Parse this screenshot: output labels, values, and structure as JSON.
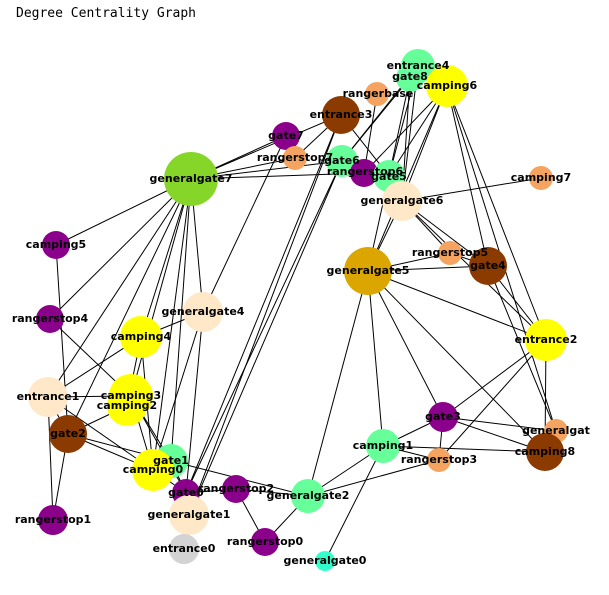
{
  "title": "Degree Centrality Graph",
  "colors": {
    "purple": "#8b008b",
    "brown": "#8b3a00",
    "orange": "#f4a460",
    "green": "#66ff99",
    "yellow": "#ffff00",
    "cream": "#ffe8c8",
    "gold": "#dba600",
    "lime": "#86d62a",
    "gray": "#d3d3d3",
    "cyan": "#33ffcc"
  },
  "nodes": [
    {
      "id": "generalgate7",
      "label": "generalgate7",
      "color": "lime"
    },
    {
      "id": "generalgate5",
      "label": "generalgate5",
      "color": "gold"
    },
    {
      "id": "entrance3",
      "label": "entrance3",
      "color": "brown"
    },
    {
      "id": "entrance4",
      "label": "entrance4",
      "color": "green"
    },
    {
      "id": "gate8",
      "label": "gate8",
      "color": "green"
    },
    {
      "id": "camping6",
      "label": "camping6",
      "color": "yellow"
    },
    {
      "id": "rangerbase",
      "label": "rangerbase",
      "color": "orange"
    },
    {
      "id": "gate7",
      "label": "gate7",
      "color": "purple"
    },
    {
      "id": "rangerstop7",
      "label": "rangerstop7",
      "color": "orange"
    },
    {
      "id": "gate6",
      "label": "gate6",
      "color": "green"
    },
    {
      "id": "rangerstop6",
      "label": "rangerstop6",
      "color": "purple"
    },
    {
      "id": "gate5",
      "label": "gate5",
      "color": "green"
    },
    {
      "id": "generalgate6",
      "label": "generalgate6",
      "color": "cream"
    },
    {
      "id": "camping7",
      "label": "camping7",
      "color": "orange"
    },
    {
      "id": "camping5",
      "label": "camping5",
      "color": "purple"
    },
    {
      "id": "rangerstop5",
      "label": "rangerstop5",
      "color": "orange"
    },
    {
      "id": "gate4",
      "label": "gate4",
      "color": "brown"
    },
    {
      "id": "rangerstop4",
      "label": "rangerstop4",
      "color": "purple"
    },
    {
      "id": "generalgate4",
      "label": "generalgate4",
      "color": "cream"
    },
    {
      "id": "camping4",
      "label": "camping4",
      "color": "yellow"
    },
    {
      "id": "entrance2",
      "label": "entrance2",
      "color": "yellow"
    },
    {
      "id": "entrance1",
      "label": "entrance1",
      "color": "cream"
    },
    {
      "id": "camping3",
      "label": "camping3",
      "color": "yellow"
    },
    {
      "id": "camping2",
      "label": "camping2",
      "color": "yellow"
    },
    {
      "id": "gate2",
      "label": "gate2",
      "color": "brown"
    },
    {
      "id": "gate3",
      "label": "gate3",
      "color": "purple"
    },
    {
      "id": "generalgate3",
      "label": "generalgat",
      "color": "orange"
    },
    {
      "id": "camping1",
      "label": "camping1",
      "color": "green"
    },
    {
      "id": "camping8",
      "label": "camping8",
      "color": "brown"
    },
    {
      "id": "rangerstop3",
      "label": "rangerstop3",
      "color": "orange"
    },
    {
      "id": "gate1",
      "label": "gate1",
      "color": "green"
    },
    {
      "id": "camping0",
      "label": "camping0",
      "color": "yellow"
    },
    {
      "id": "gate0",
      "label": "gate0",
      "color": "purple"
    },
    {
      "id": "rangerstop2",
      "label": "rangerstop2",
      "color": "purple"
    },
    {
      "id": "generalgate2",
      "label": "generalgate2",
      "color": "green"
    },
    {
      "id": "generalgate1",
      "label": "generalgate1",
      "color": "cream"
    },
    {
      "id": "rangerstop1",
      "label": "rangerstop1",
      "color": "purple"
    },
    {
      "id": "rangerstop0",
      "label": "rangerstop0",
      "color": "purple"
    },
    {
      "id": "entrance0",
      "label": "entrance0",
      "color": "gray"
    },
    {
      "id": "generalgate0",
      "label": "generalgate0",
      "color": "cyan"
    }
  ],
  "edges": [
    [
      "generalgate7",
      "gate7"
    ],
    [
      "generalgate7",
      "entrance3"
    ],
    [
      "generalgate7",
      "rangerstop7"
    ],
    [
      "generalgate7",
      "gate6"
    ],
    [
      "generalgate7",
      "rangerstop6"
    ],
    [
      "generalgate7",
      "camping5"
    ],
    [
      "generalgate7",
      "rangerstop4"
    ],
    [
      "generalgate7",
      "generalgate4"
    ],
    [
      "generalgate7",
      "camping4"
    ],
    [
      "generalgate7",
      "camping3"
    ],
    [
      "generalgate7",
      "gate2"
    ],
    [
      "generalgate7",
      "camping0"
    ],
    [
      "generalgate7",
      "gate1"
    ],
    [
      "generalgate7",
      "entrance1"
    ],
    [
      "entrance3",
      "rangerstop7"
    ],
    [
      "entrance3",
      "gate5"
    ],
    [
      "entrance3",
      "gate0"
    ],
    [
      "entrance3",
      "generalgate1"
    ],
    [
      "gate6",
      "gate0"
    ],
    [
      "gate6",
      "generalgate1"
    ],
    [
      "gate7",
      "generalgate4"
    ],
    [
      "gate7",
      "rangerstop7"
    ],
    [
      "rangerbase",
      "rangerstop6"
    ],
    [
      "gate8",
      "gate6"
    ],
    [
      "gate8",
      "gate5"
    ],
    [
      "gate8",
      "generalgate6"
    ],
    [
      "entrance4",
      "gate5"
    ],
    [
      "entrance4",
      "generalgate6"
    ],
    [
      "entrance4",
      "gate6"
    ],
    [
      "camping6",
      "generalgate5"
    ],
    [
      "camping6",
      "gate5"
    ],
    [
      "camping6",
      "generalgate6"
    ],
    [
      "camping6",
      "entrance2"
    ],
    [
      "camping6",
      "gate4"
    ],
    [
      "camping6",
      "rangerstop6"
    ],
    [
      "camping6",
      "generalgate3"
    ],
    [
      "generalgate6",
      "camping7"
    ],
    [
      "generalgate6",
      "generalgate5"
    ],
    [
      "generalgate6",
      "gate4"
    ],
    [
      "generalgate6",
      "entrance2"
    ],
    [
      "generalgate6",
      "rangerstop5"
    ],
    [
      "generalgate5",
      "gate4"
    ],
    [
      "generalgate5",
      "rangerstop5"
    ],
    [
      "generalgate5",
      "entrance2"
    ],
    [
      "generalgate5",
      "gate3"
    ],
    [
      "generalgate5",
      "camping1"
    ],
    [
      "generalgate5",
      "camping8"
    ],
    [
      "generalgate5",
      "generalgate2"
    ],
    [
      "generalgate5",
      "gate5"
    ],
    [
      "gate4",
      "rangerstop5"
    ],
    [
      "gate4",
      "generalgate3"
    ],
    [
      "gate4",
      "entrance2"
    ],
    [
      "entrance2",
      "gate3"
    ],
    [
      "entrance2",
      "rangerstop3"
    ],
    [
      "entrance2",
      "camping8"
    ],
    [
      "gate3",
      "camping1"
    ],
    [
      "gate3",
      "rangerstop3"
    ],
    [
      "gate3",
      "camping8"
    ],
    [
      "gate3",
      "generalgate3"
    ],
    [
      "camping1",
      "camping8"
    ],
    [
      "camping1",
      "generalgate2"
    ],
    [
      "camping1",
      "generalgate0"
    ],
    [
      "camping1",
      "rangerstop3"
    ],
    [
      "rangerstop3",
      "generalgate2"
    ],
    [
      "generalgate3",
      "camping8"
    ],
    [
      "generalgate2",
      "rangerstop2"
    ],
    [
      "generalgate2",
      "rangerstop0"
    ],
    [
      "generalgate2",
      "gate1"
    ],
    [
      "rangerstop2",
      "rangerstop0"
    ],
    [
      "rangerstop2",
      "gate0"
    ],
    [
      "generalgate4",
      "camping0"
    ],
    [
      "generalgate4",
      "gate0"
    ],
    [
      "generalgate4",
      "camping4"
    ],
    [
      "camping4",
      "camping2"
    ],
    [
      "camping4",
      "entrance1"
    ],
    [
      "camping4",
      "camping0"
    ],
    [
      "camping5",
      "gate2"
    ],
    [
      "rangerstop4",
      "camping3"
    ],
    [
      "entrance1",
      "camping3"
    ],
    [
      "entrance1",
      "gate2"
    ],
    [
      "entrance1",
      "rangerstop1"
    ],
    [
      "entrance1",
      "camping0"
    ],
    [
      "gate2",
      "rangerstop1"
    ],
    [
      "gate2",
      "camping0"
    ],
    [
      "gate2",
      "gate1"
    ],
    [
      "gate2",
      "camping2"
    ],
    [
      "camping3",
      "camping0"
    ],
    [
      "camping3",
      "gate1"
    ],
    [
      "camping3",
      "gate0"
    ],
    [
      "gate1",
      "camping0"
    ],
    [
      "gate1",
      "gate0"
    ],
    [
      "camping0",
      "gate0"
    ],
    [
      "gate0",
      "generalgate1"
    ],
    [
      "generalgate1",
      "entrance0"
    ]
  ]
}
